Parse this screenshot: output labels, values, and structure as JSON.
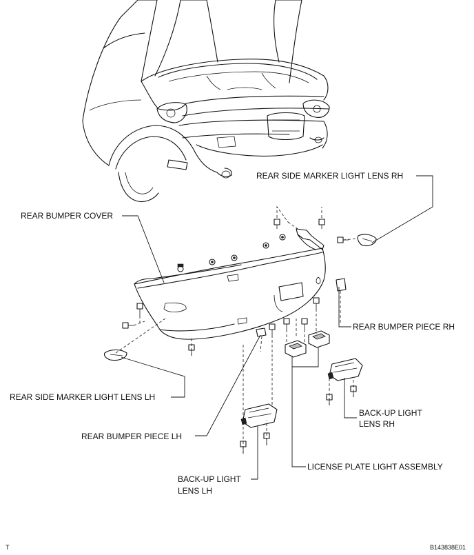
{
  "labels": {
    "rear_side_marker_rh": "REAR SIDE MARKER LIGHT LENS RH",
    "rear_bumper_cover": "REAR BUMPER COVER",
    "rear_bumper_piece_rh": "REAR BUMPER PIECE RH",
    "rear_side_marker_lh": "REAR SIDE MARKER LIGHT LENS LH",
    "back_up_rh_line1": "BACK-UP LIGHT",
    "back_up_rh_line2": "LENS RH",
    "rear_bumper_piece_lh": "REAR BUMPER PIECE LH",
    "license_plate_light": "LICENSE PLATE LIGHT ASSEMBLY",
    "back_up_lh_line1": "BACK-UP LIGHT",
    "back_up_lh_line2": "LENS LH"
  },
  "footer": {
    "left_mark": "T",
    "figure_code": "B143838E01"
  }
}
